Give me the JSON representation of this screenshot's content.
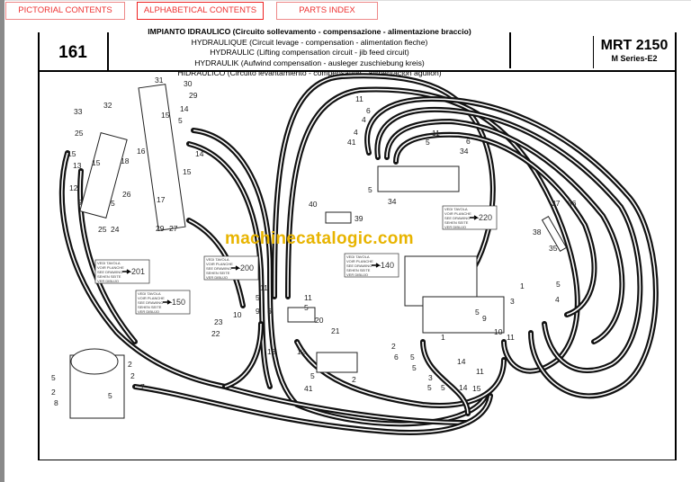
{
  "nav": {
    "pictorial": "PICTORIAL CONTENTS",
    "alphabetical": "ALPHABETICAL CONTENTS",
    "parts_index": "PARTS INDEX"
  },
  "header": {
    "page_number": "161",
    "titles": [
      "IMPIANTO IDRAULICO (Circuito sollevamento - compensazione - alimentazione braccio)",
      "HYDRAULIQUE (Circuit levage - compensation - alimentation fleche)",
      "HYDRAULIC (Lifting compensation circuit - jib feed circuit)",
      "HYDRAULIK (Aufwind compensation - ausleger zuschiebung kreis)",
      "HIDRAULICO (Circuito levantamiento - compensation - alimentacion aguilon)"
    ],
    "model": "MRT 2150",
    "series": "M Series-E2"
  },
  "reference_box_lines": [
    "VEDI TAVOLA",
    "VOIR PLANCHE",
    "SEE DRAWING",
    "SEHEN SEITE",
    "VER DIBUJO"
  ],
  "references": [
    "201",
    "200",
    "140",
    "150",
    "220"
  ],
  "callouts": [
    "31",
    "30",
    "29",
    "33",
    "32",
    "25",
    "15",
    "14",
    "5",
    "15",
    "13",
    "15",
    "16",
    "18",
    "14",
    "15",
    "12",
    "5",
    "26",
    "5",
    "17",
    "25",
    "24",
    "29",
    "27",
    "11",
    "6",
    "4",
    "4",
    "41",
    "11",
    "5",
    "6",
    "34",
    "5",
    "34",
    "40",
    "39",
    "37",
    "36",
    "38",
    "35",
    "11",
    "5",
    "11",
    "5",
    "10",
    "9",
    "6",
    "20",
    "23",
    "22",
    "21",
    "13",
    "12",
    "5",
    "2",
    "41",
    "2",
    "2",
    "5",
    "2",
    "8",
    "7",
    "5",
    "1",
    "5",
    "4",
    "3",
    "5",
    "9",
    "10",
    "11",
    "1",
    "2",
    "6",
    "5",
    "5",
    "3",
    "14",
    "11",
    "5",
    "5",
    "14",
    "15"
  ],
  "watermark": "machinecatalogic.com"
}
